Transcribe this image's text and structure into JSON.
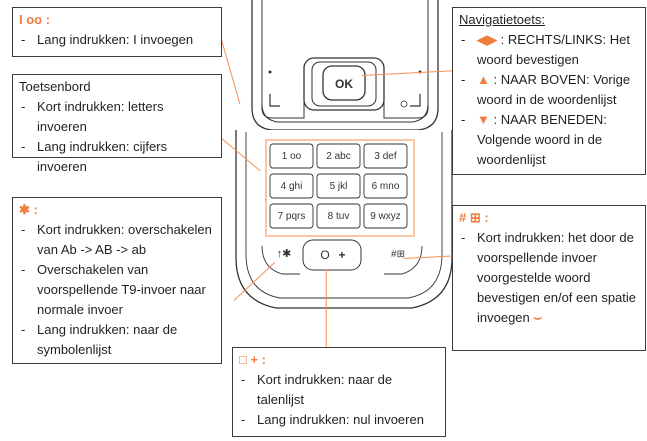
{
  "phone": {
    "ok_label": "OK",
    "keys": [
      {
        "row": 0,
        "col": 0,
        "digit": "1",
        "letters": "oo"
      },
      {
        "row": 0,
        "col": 1,
        "digit": "2",
        "letters": "abc"
      },
      {
        "row": 0,
        "col": 2,
        "digit": "3",
        "letters": "def"
      },
      {
        "row": 1,
        "col": 0,
        "digit": "4",
        "letters": "ghi"
      },
      {
        "row": 1,
        "col": 1,
        "digit": "5",
        "letters": "jkl"
      },
      {
        "row": 1,
        "col": 2,
        "digit": "6",
        "letters": "mno"
      },
      {
        "row": 2,
        "col": 0,
        "digit": "7",
        "letters": "pqrs"
      },
      {
        "row": 2,
        "col": 1,
        "digit": "8",
        "letters": "tuv"
      },
      {
        "row": 2,
        "col": 2,
        "digit": "9",
        "letters": "wxyz"
      },
      {
        "row": 3,
        "col": 0,
        "digit": "✱",
        "letters": ""
      },
      {
        "row": 3,
        "col": 1,
        "digit": "0 +",
        "letters": ""
      },
      {
        "row": 3,
        "col": 2,
        "digit": "#",
        "letters": ""
      }
    ]
  },
  "box1": {
    "icon": "I oo :",
    "items": [
      "Lang indrukken: I invoegen"
    ]
  },
  "box2": {
    "title": "Toetsenbord",
    "items": [
      "Kort indrukken: letters invoeren",
      "Lang indrukken: cijfers invoeren"
    ]
  },
  "box3": {
    "icon": "✱ :",
    "items": [
      "Kort indrukken: overschakelen van Ab -> AB -> ab",
      "Overschakelen van voorspellende T9-invoer naar normale invoer",
      "Lang indrukken: naar de symbolenlijst"
    ]
  },
  "box4": {
    "title": "Navigatietoets:",
    "items": [
      {
        "icon": "◀▶",
        "text": ": RECHTS/LINKS: Het woord bevestigen"
      },
      {
        "icon": "▲",
        "text": ": NAAR BOVEN: Vorige woord in de woordenlijst"
      },
      {
        "icon": "▼",
        "text": ": NAAR BENEDEN: Volgende woord in de woordenlijst"
      }
    ]
  },
  "box5": {
    "icon": "# ⊞ :",
    "items": [
      "Kort indrukken: het door de voorspellende invoer voorgestelde woord bevestigen en/of een spatie invoegen"
    ],
    "space_symbol": "⌣"
  },
  "box6": {
    "icon": "□ + :",
    "items": [
      "Kort indrukken: naar de talenlijst",
      "Lang indrukken: nul invoeren"
    ]
  },
  "colors": {
    "accent": "#f07d3a",
    "highlight": "#f5b387",
    "line": "#3c3c3c"
  }
}
